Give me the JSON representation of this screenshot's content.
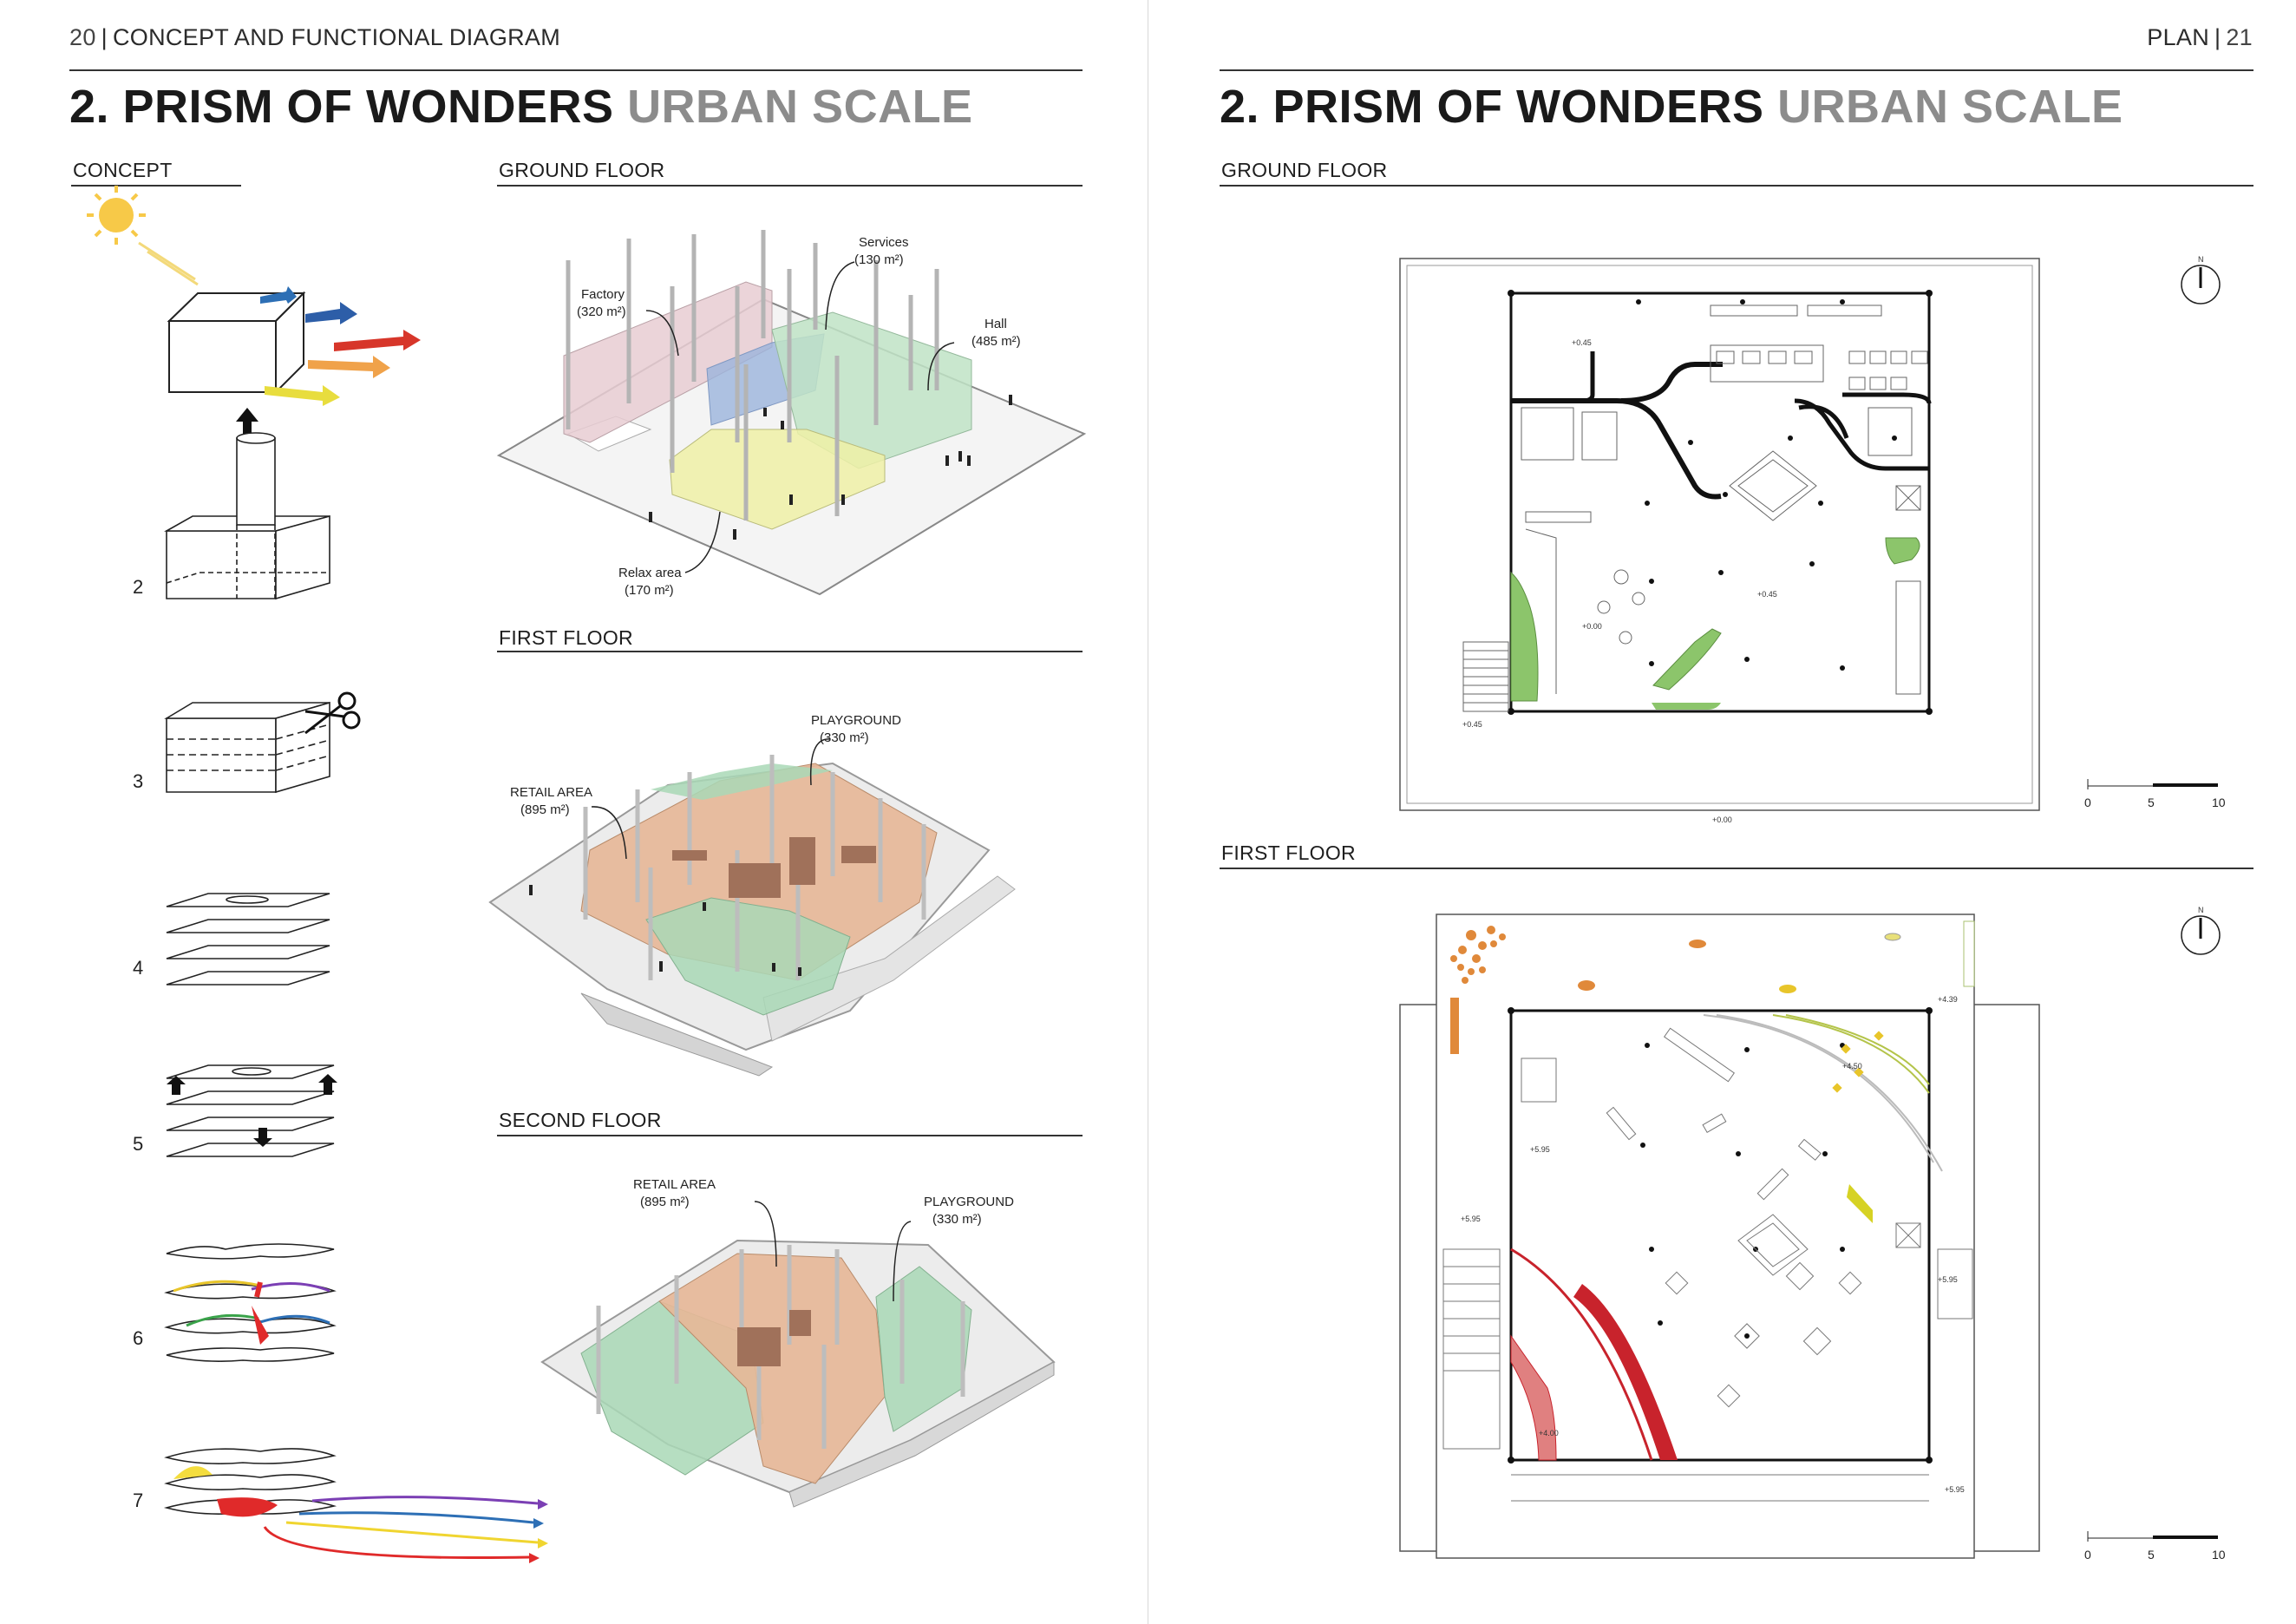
{
  "left_page": {
    "page_number": "20",
    "running_title": "CONCEPT AND FUNCTIONAL DIAGRAM",
    "title_main": "2. PRISM OF WONDERS",
    "title_sub": "URBAN SCALE",
    "concept_label": "CONCEPT",
    "concept_steps": [
      "2",
      "3",
      "4",
      "5",
      "6",
      "7"
    ],
    "ground_floor": {
      "label": "GROUND FLOOR",
      "annotations": {
        "services_name": "Services",
        "services_area": "(130 m²)",
        "factory_name": "Factory",
        "factory_area": "(320 m²)",
        "hall_name": "Hall",
        "hall_area": "(485 m²)",
        "relax_name": "Relax area",
        "relax_area": "(170 m²)"
      }
    },
    "first_floor": {
      "label": "FIRST FLOOR",
      "annotations": {
        "playground_name": "PLAYGROUND",
        "playground_area": "(330 m²)",
        "retail_name": "RETAIL AREA",
        "retail_area": "(895 m²)"
      }
    },
    "second_floor": {
      "label": "SECOND FLOOR",
      "annotations": {
        "retail_name": "RETAIL AREA",
        "retail_area": "(895 m²)",
        "playground_name": "PLAYGROUND",
        "playground_area": "(330 m²)"
      }
    }
  },
  "right_page": {
    "page_number": "21",
    "running_title": "PLAN",
    "title_main": "2. PRISM OF WONDERS",
    "title_sub": "URBAN SCALE",
    "ground_floor": {
      "label": "GROUND FLOOR",
      "levels": {
        "top_left": "+0.45",
        "center": "+0.45",
        "corner": "+0.45",
        "bottom": "+0.00",
        "inner": "+0.00"
      },
      "scale_bar": [
        "0",
        "5",
        "10"
      ],
      "north": "N"
    },
    "first_floor": {
      "label": "FIRST FLOOR",
      "levels": {
        "a": "+5.95",
        "b": "+5.95",
        "c": "+4.39",
        "d": "+4.50",
        "e": "+5.95",
        "f": "+5.95",
        "g": "+4.00"
      },
      "scale_bar": [
        "0",
        "5",
        "10"
      ],
      "north": "N"
    }
  },
  "colors": {
    "factory": "#e8cdd2",
    "services": "#9bb4dc",
    "hall": "#bfe3c6",
    "relax": "#eef0a6",
    "retail": "#e7b797",
    "playground": "#a9d8b6",
    "green_plan": "#8cc56b",
    "red_plan": "#c8232c",
    "accent_title_sub": "#8c8c8c"
  }
}
